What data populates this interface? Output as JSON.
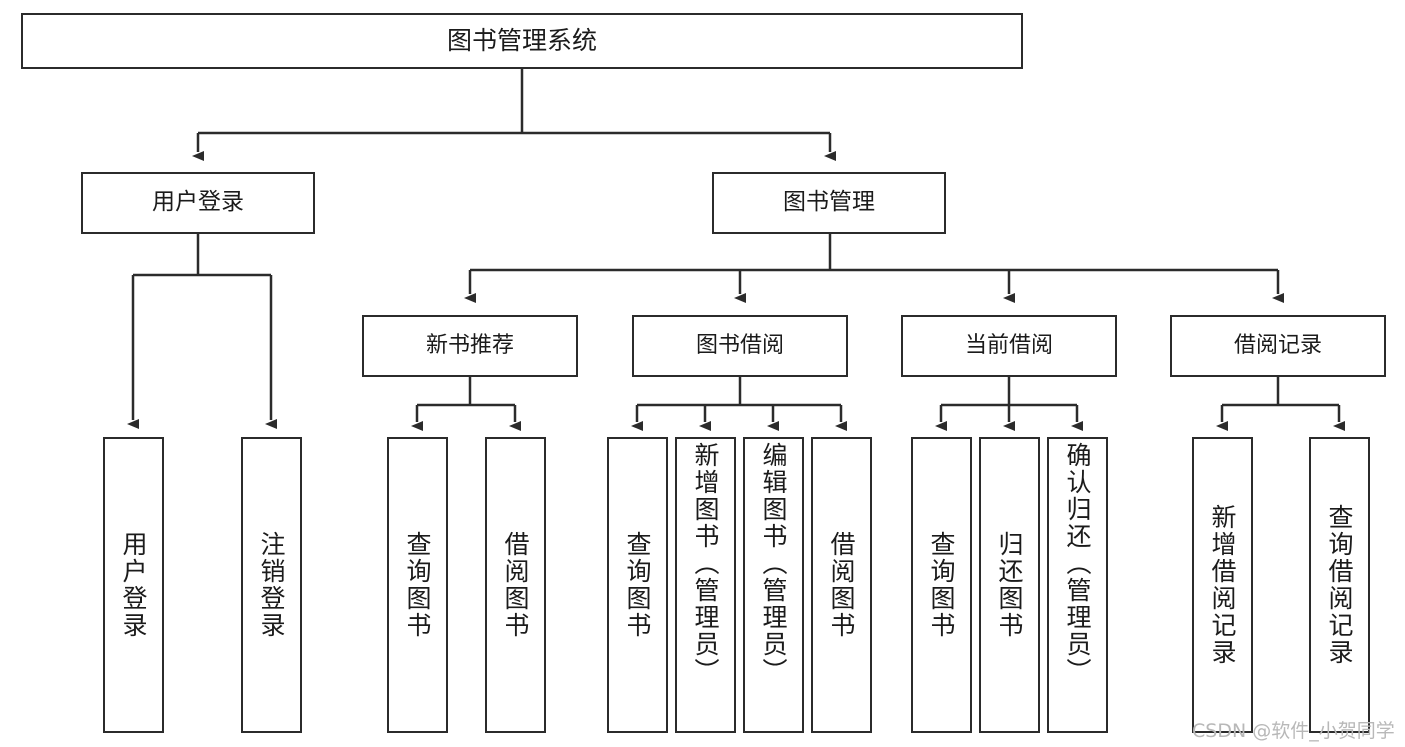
{
  "diagram": {
    "title": "图书管理系统",
    "type": "tree-hierarchy-chart",
    "colors": {
      "stroke": "#2b2b2b",
      "fill": "#ffffff",
      "text": "#1b1b1b",
      "watermark": "#b8b8b8"
    },
    "root": {
      "label": "图书管理系统"
    },
    "level1": [
      {
        "label": "用户登录"
      },
      {
        "label": "图书管理"
      }
    ],
    "level2": [
      {
        "label": "新书推荐"
      },
      {
        "label": "图书借阅"
      },
      {
        "label": "当前借阅"
      },
      {
        "label": "借阅记录"
      }
    ],
    "leaves": {
      "user_login": [
        {
          "label": "用户登录"
        },
        {
          "label": "注销登录"
        }
      ],
      "new_book_recommend": [
        {
          "label": "查询图书"
        },
        {
          "label": "借阅图书"
        }
      ],
      "book_borrow": [
        {
          "label": "查询图书"
        },
        {
          "label": "新增图书（管理员）"
        },
        {
          "label": "编辑图书（管理员）"
        },
        {
          "label": "借阅图书"
        }
      ],
      "current_borrow": [
        {
          "label": "查询图书"
        },
        {
          "label": "归还图书"
        },
        {
          "label": "确认归还（管理员）"
        }
      ],
      "borrow_record": [
        {
          "label": "新增借阅记录"
        },
        {
          "label": "查询借阅记录"
        }
      ]
    }
  },
  "watermark": {
    "text": "CSDN @软件_小贺同学"
  }
}
